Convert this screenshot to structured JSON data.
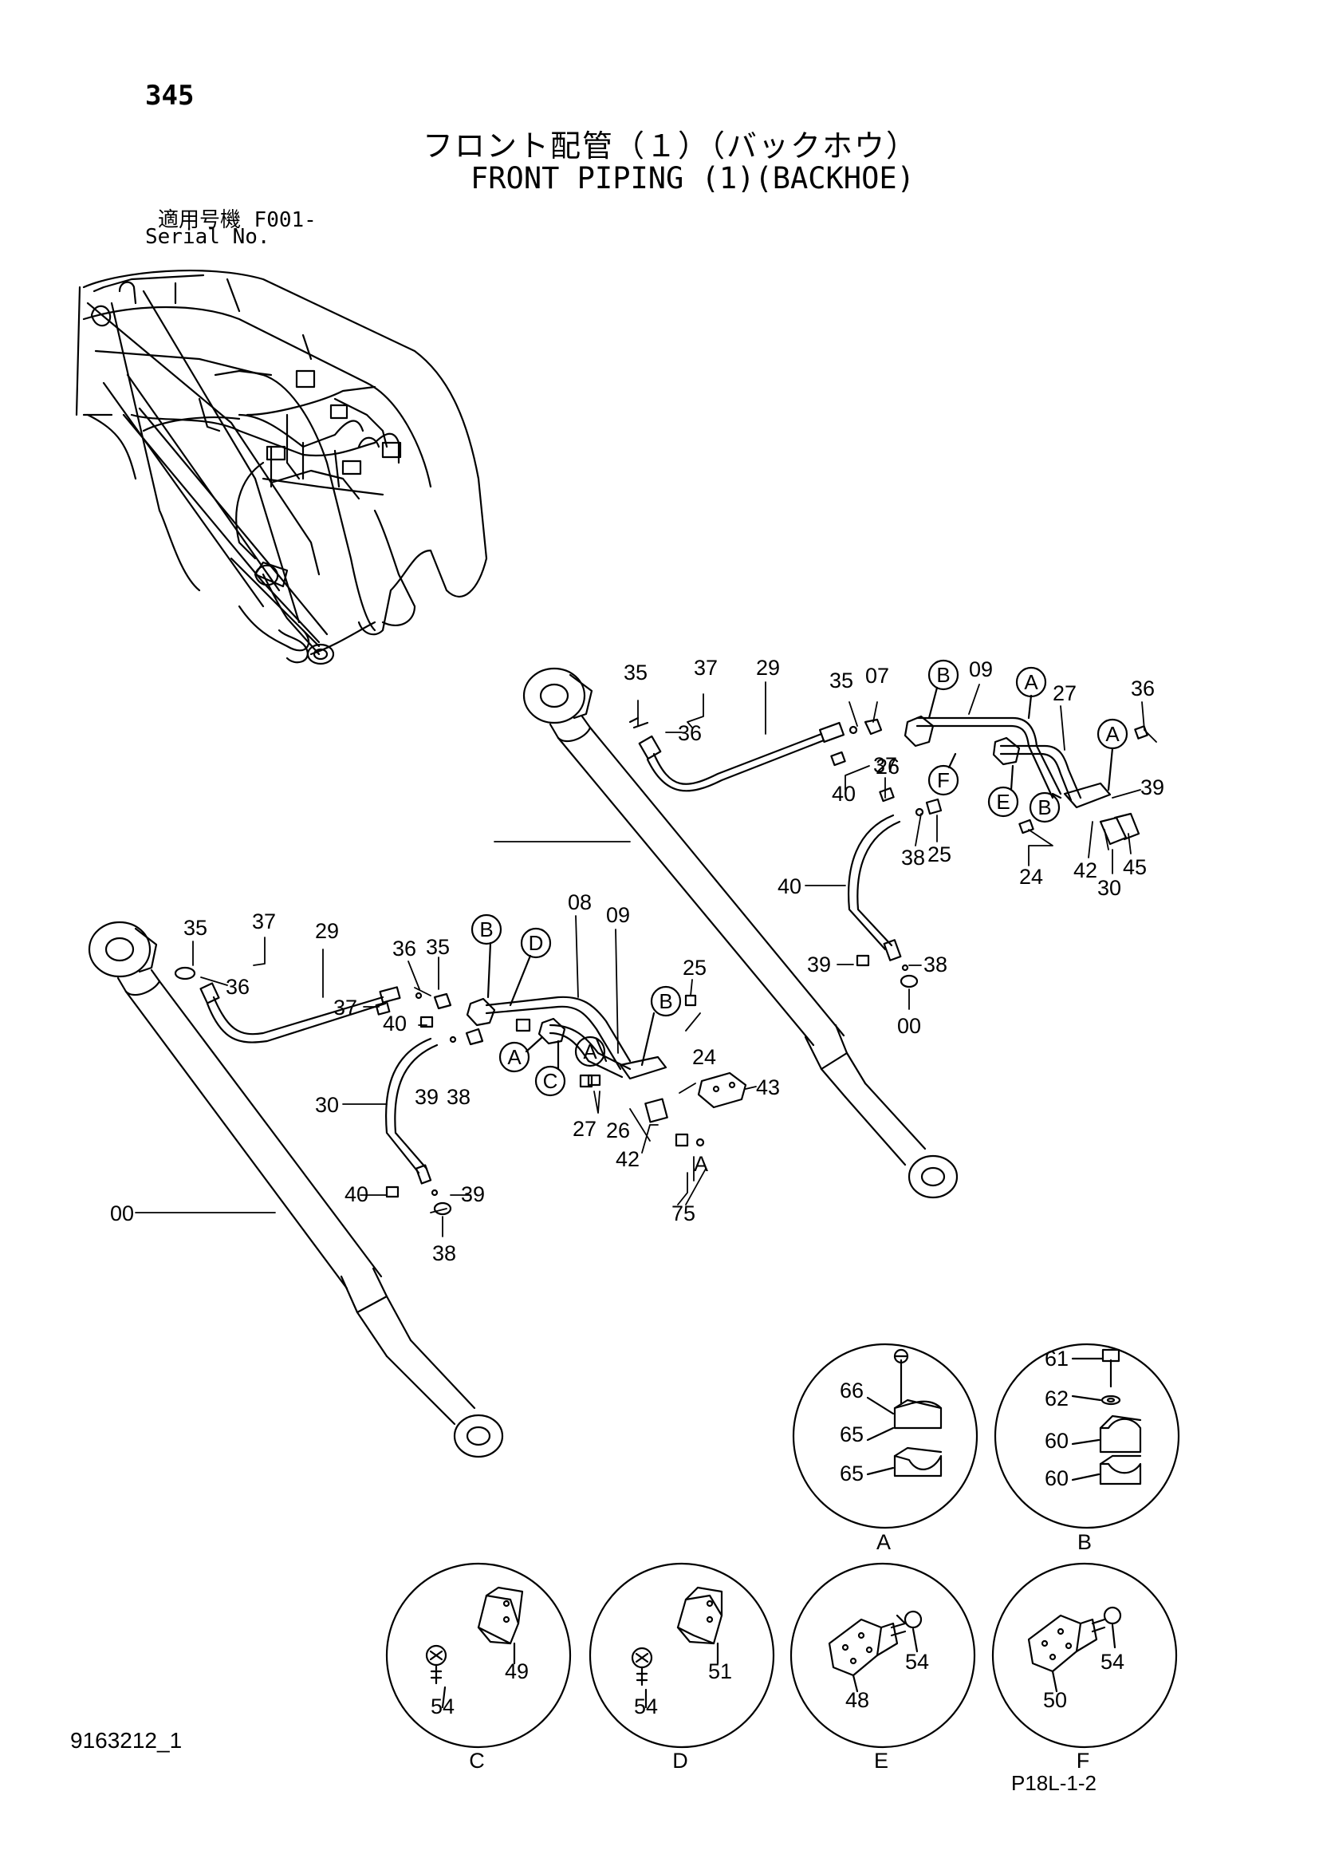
{
  "header": {
    "page_number": "345",
    "title_jp": "フロント配管（１）（バックホウ）",
    "title_en": "FRONT PIPING (1)(BACKHOE)",
    "serial_label_jp": "適用号機",
    "serial_value": "F001-",
    "serial_label_en": "Serial No."
  },
  "footer": {
    "document_id": "9163212_1",
    "page_code": "P18L-1-2"
  },
  "callouts": {
    "right": [
      "35",
      "37",
      "29",
      "36",
      "35",
      "07",
      "09",
      "27",
      "36",
      "37",
      "40",
      "26",
      "39",
      "38",
      "25",
      "24",
      "42",
      "45",
      "30",
      "40",
      "39",
      "38",
      "00"
    ],
    "left": [
      "35",
      "37",
      "29",
      "36",
      "35",
      "08",
      "09",
      "36",
      "25",
      "37",
      "40",
      "24",
      "43",
      "39",
      "38",
      "27",
      "26",
      "42",
      "75",
      "30",
      "40",
      "39",
      "38",
      "00"
    ]
  },
  "circle_letters": {
    "right": [
      "B",
      "A",
      "A",
      "F",
      "E",
      "B"
    ],
    "left": [
      "B",
      "D",
      "B",
      "A",
      "A",
      "C"
    ],
    "bottom_ref": "A"
  },
  "detail_views": [
    {
      "letter": "A",
      "parts": [
        "66",
        "65",
        "65"
      ]
    },
    {
      "letter": "B",
      "parts": [
        "61",
        "62",
        "60",
        "60"
      ]
    },
    {
      "letter": "C",
      "parts": [
        "49",
        "54"
      ]
    },
    {
      "letter": "D",
      "parts": [
        "51",
        "54"
      ]
    },
    {
      "letter": "E",
      "parts": [
        "54",
        "48"
      ]
    },
    {
      "letter": "F",
      "parts": [
        "54",
        "50"
      ]
    }
  ]
}
